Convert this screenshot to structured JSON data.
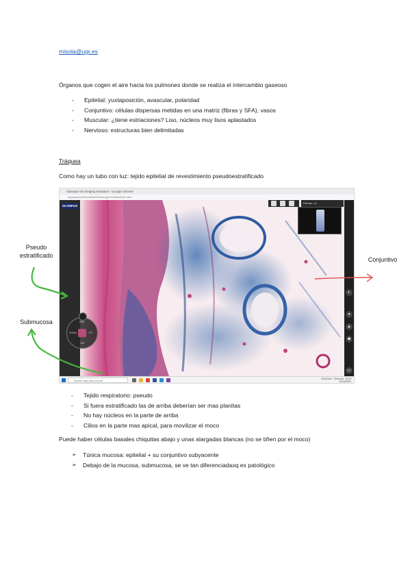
{
  "header": {
    "email": "misola@ugr.es",
    "intro": "Órganos que cogen el aire hacia los pulmones donde se realiza el intercambio gaseoso"
  },
  "tissues_list": {
    "marker": "-",
    "items": [
      "Epitelial: yuxtaposición, avascular, polaridad",
      "Conjuntivo: células dispersas metidas en una matriz (fibras y SFA), vasos",
      "Muscular: ¿tiene estriaciones? Liso, núcleos muy lisos aplastados",
      "Nervioso: estructuras bien delimitadas"
    ]
  },
  "trachea": {
    "heading": "Tráquea",
    "description": "Como hay un tubo con luz: tejido epitelial de revestimiento pseudoestratificado"
  },
  "image_annotations": {
    "pseudo_line1": "Pseudo",
    "pseudo_line2": "estratificado",
    "submucosa": "Submucosa",
    "conjuntivo": "Conjuntivo",
    "arrow_color": "#45b83d",
    "conjuntivo_arrow_color": "#e05050"
  },
  "viewer": {
    "window_title": "Olympus VS Imaging Solutions - Google Chrome",
    "url": "olympusvs/ViewerMain/Pathology/Trachea/slide.html",
    "logo": "OLYMPUS",
    "status_text": "Filtrado: 2x",
    "joystick_labels": [
      "PAN",
      "ZOOM",
      "FIT",
      "100"
    ],
    "taskbar_search": "Escribe aquí para buscar",
    "tray_text": "OneDrive - Personal",
    "clock": "13:24",
    "date": "10/10/2022",
    "colors": {
      "taskbar_win": "#1a6fd1",
      "logo_bg": "#1c2a66",
      "toolbar": "#2b2b2b"
    }
  },
  "observations_list": {
    "marker": "-",
    "items": [
      "Tejido respiratorio: pseudo",
      "Si fuera estratificado las de arriba deberían ser mas planitas",
      "No hay núcleos en la parte de arriba",
      "Cilios en la parte mas apical, para movilizar el moco"
    ]
  },
  "basal_note": "Puede haber células basales chiquitas abajo y unas alargadas blancas (no se tiñen por el moco)",
  "arrow_list": {
    "marker": "➢",
    "items": [
      "Túnica mucosa: epitelial + su conjuntivo subyacente",
      "Debajo de la mucosa, submucosa, se ve tan diferenciadaxq es patológico"
    ]
  }
}
